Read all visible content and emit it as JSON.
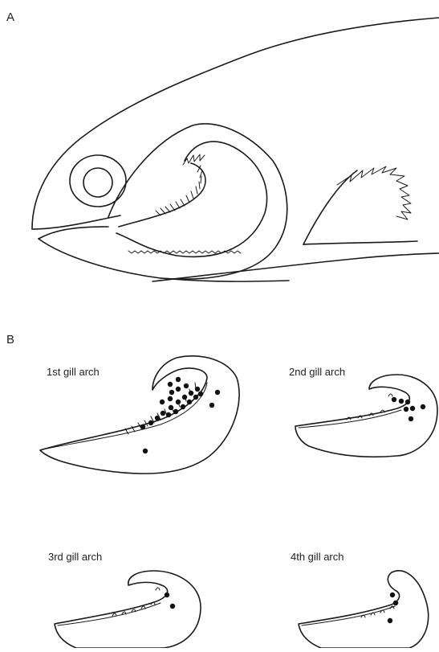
{
  "panel_a": {
    "label": "A"
  },
  "panel_b": {
    "label": "B",
    "arches": [
      {
        "label": "1st gill arch"
      },
      {
        "label": "2nd gill arch"
      },
      {
        "label": "3rd gill arch"
      },
      {
        "label": "4th gill arch"
      }
    ]
  },
  "colors": {
    "ink": "#1a1a1a",
    "background": "#ffffff"
  }
}
